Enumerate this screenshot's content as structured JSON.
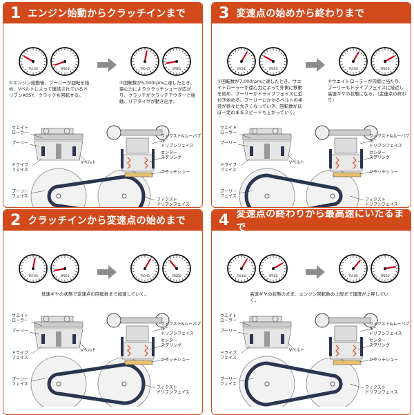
{
  "panels": [
    {
      "num": "1",
      "title": "エンジン始動からクラッチインまで",
      "note_left": "①エンジン始動後、プーリーが回転を始め、Vベルトによって連結されているドリブンASSY、クラッチも回転する。",
      "note_right": "②回転数が5,000rpmに達したとき、遠心力によりクラッチシューが広がり、クラッチがクラッチアウターと接触、リアタイヤが動き出す。",
      "note_full": ""
    },
    {
      "num": "3",
      "title": "変速点の始めから終わりまで",
      "note_left": "①回転数が7,000rpmに達したとき、ウエイトローラーが遠心力によって外側に移動を始め、プーリーがドライブフェイスに近付き始める。プーリーにかかるベルトの半径が徐々に大きくなっていき、回転数がほぼ一定のままスピードも上がっていく。",
      "note_right": "②ウエイトローラーが内壁に当たり、プーリーもドライブフェイスに接近し高速ギヤの状態になる。（変速点の終わり）",
      "note_full": ""
    },
    {
      "num": "2",
      "title": "クラッチインから変速点の始めまで",
      "note_left": "",
      "note_right": "",
      "note_full": "低速ギヤの状態で変速点の回転数まで加速していく。"
    },
    {
      "num": "4",
      "title": "変速点の終わりから最高速にいたるまで",
      "note_left": "",
      "note_right": "",
      "note_full": "高速ギヤの状態のまま、エンジン回転数の上限まで速度が上昇していく。"
    }
  ],
  "gauge_labels": {
    "tacho": "TACHO",
    "speed": "SPEED"
  },
  "labels": {
    "weight_roller": "ウエイト\nローラー",
    "pulley": "プーリー",
    "v_belt": "Vベルト",
    "drive_face": "ドライブ\nフェイス",
    "pulley_face": "プーリー\nフェイス",
    "fixed_movable": "フィクスト&ムーバブル\nドリブンフェイス",
    "center_spring": "センター\nスプリング",
    "clutch_shoe": "クラッチシュー",
    "fixed_driven": "フィクスト\nドリブンフェイス"
  },
  "colors": {
    "accent": "#d24a1c",
    "needle": "#d0021b",
    "belt": "#2a3550",
    "arrow": "#8c8c8c"
  }
}
